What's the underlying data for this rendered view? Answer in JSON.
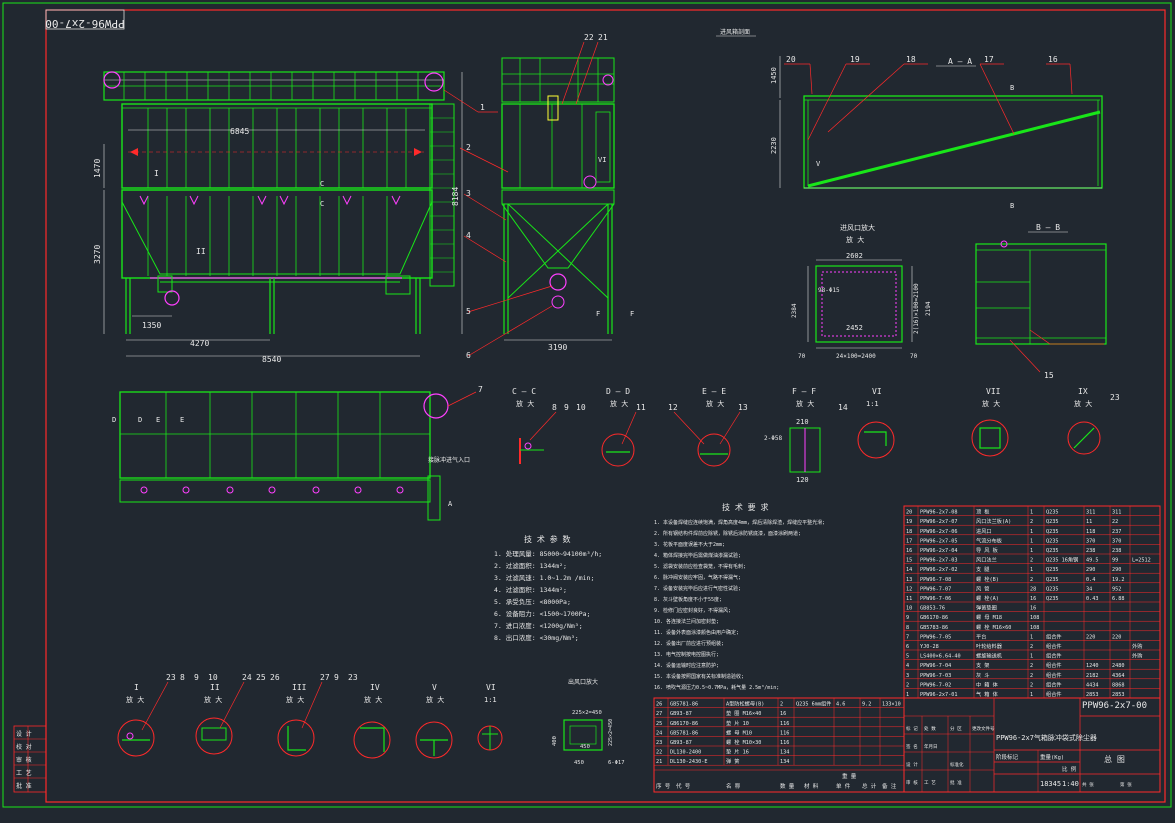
{
  "drawing_number_rotated": "PPW96-2x7-00",
  "colors": {
    "background": "#212830",
    "frame": "#ff2a2a",
    "structure": "#19e619",
    "text": "#e8e8e8",
    "dimension": "#dcdcdc",
    "accent": "#ff40ff",
    "cyan": "#35e0ff",
    "yellow": "#ffff33"
  },
  "front_view": {
    "callouts": [
      "1",
      "2",
      "3",
      "4",
      "5",
      "6",
      "7"
    ],
    "labels": {
      "i": "I",
      "ii": "II",
      "c_top": "C",
      "c_bot": "C"
    },
    "dims": {
      "top_inner": "6845",
      "left_upper": "1470",
      "left_lower": "3270",
      "right_height": "8184",
      "small": "1350",
      "bottom_left": "4270",
      "bottom_total": "8540"
    }
  },
  "side_view": {
    "callouts": [
      "22",
      "21"
    ],
    "dims": {
      "bottom": "3190"
    },
    "labels": {
      "f1": "F",
      "f2": "F",
      "vi": "VI"
    }
  },
  "section_aa": {
    "title": "A — A",
    "callouts": [
      "20",
      "19",
      "18",
      "17",
      "16"
    ],
    "top_note": "进风箱剖面",
    "dims": {
      "h1": "1450",
      "h2": "2230"
    },
    "labels": {
      "b_top": "B",
      "b_bot": "B",
      "v": "V"
    }
  },
  "inlet_detail": {
    "title": "进风口放大",
    "subtitle": "放 大",
    "dims": {
      "top": "2602",
      "hole": "98-Φ15",
      "inner": "2452",
      "left": "2384",
      "right_note": "2(16)×100=2100",
      "right": "2194",
      "bottom": "24×100=2400",
      "corner_l": "70",
      "corner_r": "70"
    }
  },
  "section_bb": {
    "title": "B — B",
    "callout": "15"
  },
  "plan_view": {
    "labels": {
      "d1": "D",
      "d2": "D",
      "e1": "E",
      "e2": "E",
      "a": "A"
    },
    "note": "接脉冲进气入口"
  },
  "sections_mid": [
    {
      "title": "C — C",
      "sub": "放 大",
      "callouts": [
        "8",
        "9",
        "10"
      ]
    },
    {
      "title": "D — D",
      "sub": "放 大",
      "callouts": [
        "11"
      ]
    },
    {
      "title": "E — E",
      "sub": "放 大",
      "callouts": [
        "12",
        "13"
      ]
    },
    {
      "title": "F — F",
      "sub": "放 大",
      "dims": [
        "210",
        "2-Φ58",
        "120"
      ]
    },
    {
      "title": "VI",
      "sub": "1:1",
      "callouts": [
        "14"
      ]
    },
    {
      "title": "VII",
      "sub": "放 大"
    },
    {
      "title": "IX",
      "sub": "放 大",
      "callouts": [
        "23"
      ]
    }
  ],
  "tech_left": {
    "title": "技 术 参 数",
    "items": [
      "1. 处理风量: 85000~94100m³/h;",
      "2. 过滤面积: 1344m²;",
      "3. 过滤风速: 1.0~1.2m /min;",
      "4. 过滤面积: 1344m²;",
      "5. 承受负压: <8000Pa;",
      "6. 设备阻力: <1500~1700Pa;",
      "7. 进口浓度: <1200g/Nm³;",
      "8. 出口浓度: <30mg/Nm³;"
    ]
  },
  "tech_right": {
    "title": "技 术 要 求",
    "items": [
      "1. 本设备焊缝应连续饱满，焊角高度4mm，焊后清除焊渣，焊缝应平整光滑;",
      "2. 所有钢结构件焊前应除锈，除锈后涂防锈底漆，面漆涂刷两道;",
      "3. 花板平面度误差不大于2mm;",
      "4. 箱体焊接完毕后需做煤油渗漏试验;",
      "5. 滤袋安装前应检查袋笼，不得有毛刺;",
      "6. 脉冲阀安装应牢固，气路不得漏气;",
      "7. 设备安装完毕后应进行气密性试验;",
      "8. 灰斗壁板角度不小于55度;",
      "9. 检修门应密封良好，不得漏风;",
      "10. 各连接法兰间加密封垫;",
      "11. 设备外表面涂漆颜色由用户确定;",
      "12. 设备出厂前应进行预组装;",
      "13. 电气控制按电控图执行;",
      "14. 设备运输时应注意防护;",
      "15. 本设备按照国家有关标准制造验收;",
      "16. 喷吹气源压力0.5~0.7MPa，耗气量 2.5m³/min;"
    ]
  },
  "bottom_details": [
    {
      "title": "I",
      "sub": "放 大",
      "callouts": [
        "23",
        "8",
        "9",
        "10"
      ]
    },
    {
      "title": "II",
      "sub": "放 大",
      "callouts": [
        "24",
        "25",
        "26"
      ]
    },
    {
      "title": "III",
      "sub": "放 大",
      "callouts": [
        "27",
        "9",
        "23"
      ]
    },
    {
      "title": "IV",
      "sub": "放 大"
    },
    {
      "title": "V",
      "sub": "放 大"
    },
    {
      "title": "VI",
      "sub": "1:1"
    }
  ],
  "outlet_detail": {
    "title": "出风口放大",
    "dims": [
      "225×2=450",
      "450",
      "225×2=450",
      "400",
      "6-Φ17",
      "450"
    ]
  },
  "bom_upper": {
    "rows": [
      [
        "20",
        "PPW96-2x7-08",
        "顶 板",
        "1",
        "Q235",
        "311",
        "311",
        ""
      ],
      [
        "19",
        "PPW96-2x7-07",
        "风口法兰板(A)",
        "2",
        "Q235",
        "11",
        "22",
        ""
      ],
      [
        "18",
        "PPW96-2x7-06",
        "进风口",
        "1",
        "Q235",
        "118",
        "237",
        ""
      ],
      [
        "17",
        "PPW96-2x7-05",
        "气流分布板",
        "1",
        "Q235",
        "370",
        "370",
        ""
      ],
      [
        "16",
        "PPW96-2x7-04",
        "导 风 板",
        "1",
        "Q235",
        "238",
        "238",
        ""
      ],
      [
        "15",
        "PPW96-2x7-03",
        "风口法兰",
        "2",
        "Q235 16角钢",
        "49.5",
        "99",
        "L=2512"
      ],
      [
        "14",
        "PPW96-2x7-02",
        "支 腿",
        "1",
        "Q235",
        "290",
        "290",
        ""
      ],
      [
        "13",
        "PPW96-7-08",
        "螺 栓(B)",
        "2",
        "Q235",
        "0.4",
        "19.2",
        ""
      ],
      [
        "12",
        "PPW96-7-07",
        "风 管",
        "28",
        "Q235",
        "34",
        "952",
        ""
      ],
      [
        "11",
        "PPW96-7-06",
        "螺 栓(A)",
        "16",
        "Q235",
        "0.43",
        "6.88",
        ""
      ],
      [
        "10",
        "GB853-76",
        "弹簧垫圈",
        "16",
        "",
        "",
        "",
        ""
      ],
      [
        "9",
        "GB6170-86",
        "螺 母 M18",
        "108",
        "",
        "",
        "",
        ""
      ],
      [
        "8",
        "GB5783-86",
        "螺 栓 M16×60",
        "108",
        "",
        "",
        "",
        ""
      ],
      [
        "7",
        "PPW96-7-05",
        "平台",
        "1",
        "组合件",
        "220",
        "220",
        ""
      ],
      [
        "6",
        "YJ0-28",
        "叶轮给料器",
        "2",
        "组合件",
        "",
        "",
        "外购"
      ],
      [
        "5",
        "LS400×6.64-40",
        "螺旋输送机",
        "1",
        "组合件",
        "",
        "",
        "外购"
      ],
      [
        "4",
        "PPW96-7-04",
        "支 架",
        "2",
        "组合件",
        "1240",
        "2480",
        ""
      ],
      [
        "3",
        "PPW96-7-03",
        "灰 斗",
        "2",
        "组合件",
        "2182",
        "4364",
        ""
      ],
      [
        "2",
        "PPW96-7-02",
        "中 箱 体",
        "2",
        "组合件",
        "4434",
        "8868",
        ""
      ],
      [
        "1",
        "PPW96-2x7-01",
        "气 箱 体",
        "1",
        "组合件",
        "2853",
        "2853",
        ""
      ]
    ]
  },
  "bom_lower": {
    "rows": [
      [
        "26",
        "GB5781-86",
        "A型防松螺母(B)",
        "2",
        "Q235 6mm组件",
        "4.6",
        "9.2",
        "133×10"
      ],
      [
        "27",
        "GB93-87",
        "垫 圈 M16×40",
        "16",
        "",
        "",
        "",
        ""
      ],
      [
        "25",
        "GB6170-86",
        "垫 片 10",
        "116",
        "",
        "",
        "",
        ""
      ],
      [
        "24",
        "GB5781-86",
        "螺 母 M10",
        "116",
        "",
        "",
        "",
        ""
      ],
      [
        "23",
        "GB93-87",
        "螺 栓 M10×30",
        "116",
        "",
        "",
        "",
        ""
      ],
      [
        "22",
        "DL130-2400",
        "垫 片 16",
        "134",
        "",
        "",
        "",
        ""
      ],
      [
        "21",
        "DL130-2430-E",
        "弹 簧",
        "134",
        "",
        "",
        "",
        ""
      ]
    ],
    "footer": [
      "序 号",
      "代 号",
      "名 称",
      "数 量",
      "材 料",
      "单 件",
      "总 计",
      "备 注"
    ],
    "footer_sub": [
      "重 量"
    ]
  },
  "title_block": {
    "drawing_no": "PPW96-2x7-00",
    "title": "PPW96-2x7气箱脉冲袋式除尘器",
    "drawing_name": "总 图",
    "weight_label": "重量(Kg)",
    "scale_label": "比 例",
    "stage_label": "阶段标记",
    "weight": "18345",
    "scale": "1:40",
    "labels": [
      "标 记",
      "处 数",
      "分 区",
      "更改文件号",
      "签 名",
      "年月日",
      "设 计",
      "标准化",
      "审 核",
      "工 艺",
      "批 准",
      "共 张",
      "第 张"
    ]
  },
  "left_strip": [
    "设 计",
    "校 对",
    "审 核",
    "工 艺",
    "批 准"
  ]
}
